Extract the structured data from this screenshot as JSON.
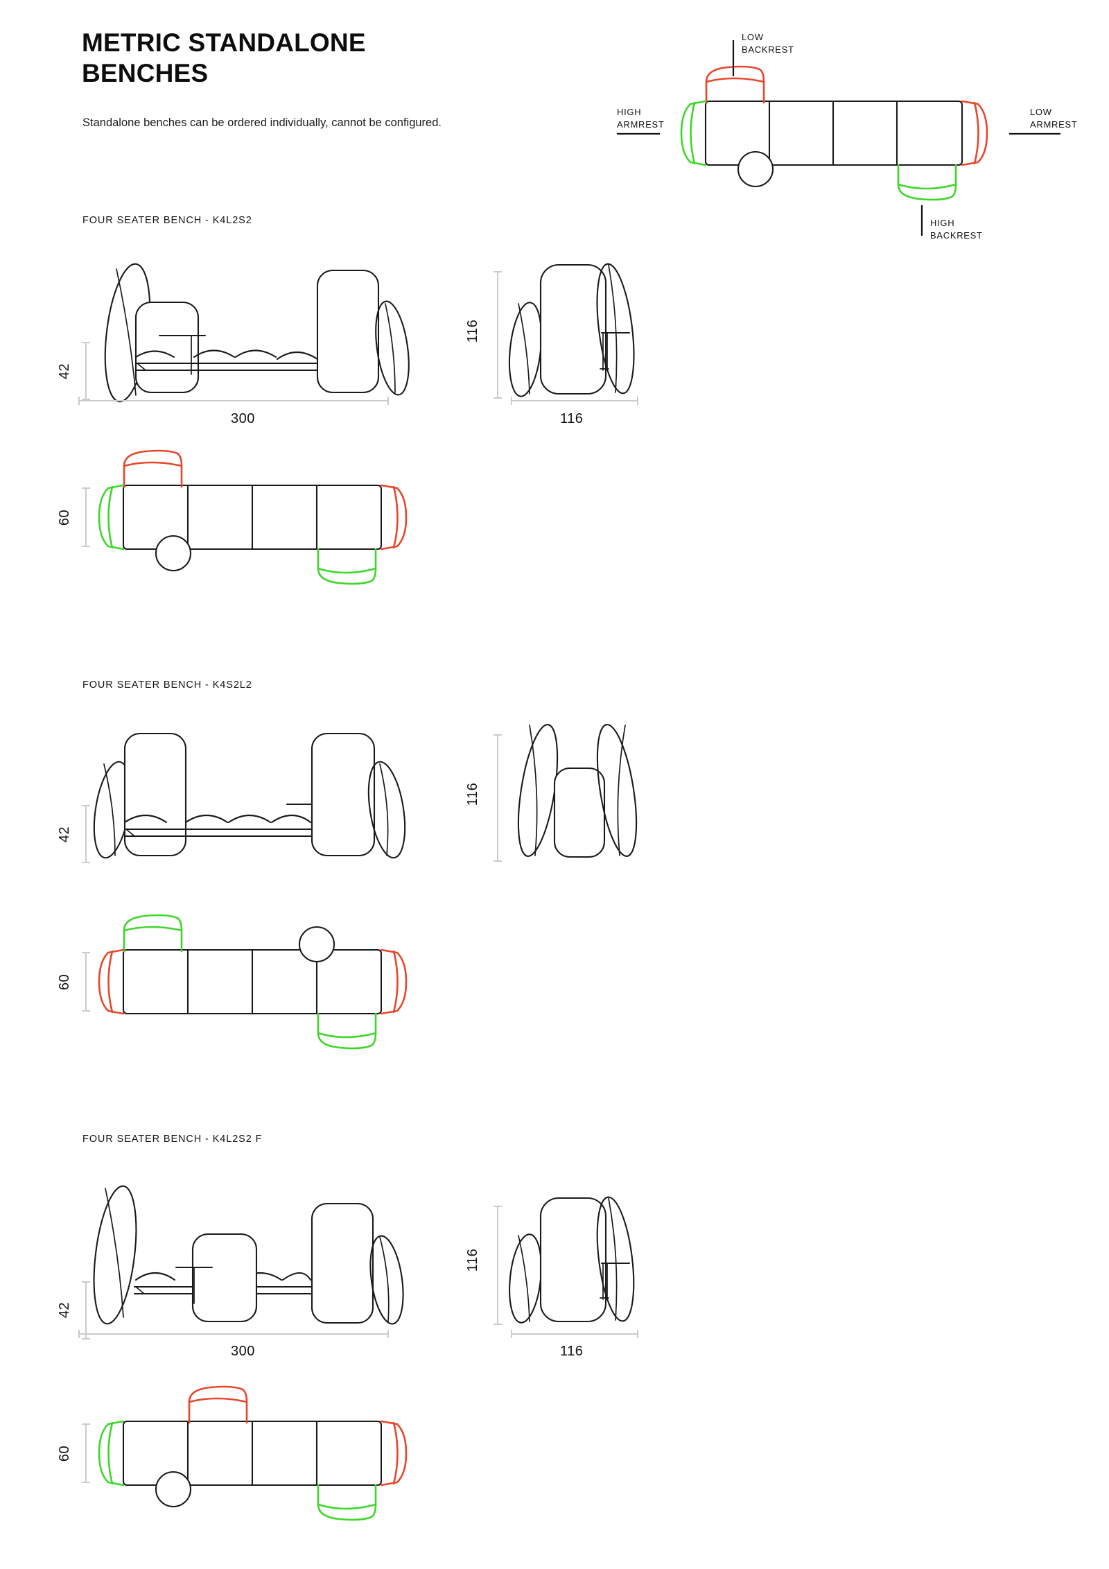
{
  "header": {
    "title": "METRIC STANDALONE BENCHES",
    "title_line1": "METRIC STANDALONE",
    "title_line2": "BENCHES",
    "subtitle": "Standalone benches can be ordered individually, cannot be configured."
  },
  "legend": {
    "name": "module-legend-diagram",
    "callouts": [
      {
        "id": "low-backrest",
        "line1": "LOW",
        "line2": "BACKREST",
        "color": "#e8462a",
        "position": "top-left-of-bench"
      },
      {
        "id": "high-armrest",
        "line1": "HIGH",
        "line2": "ARMREST",
        "color": "#3ed62a",
        "position": "left-end"
      },
      {
        "id": "low-armrest",
        "line1": "LOW",
        "line2": "ARMREST",
        "color": "#e8462a",
        "position": "right-end"
      },
      {
        "id": "high-backrest",
        "line1": "HIGH",
        "line2": "BACKREST",
        "color": "#3ed62a",
        "position": "bottom-right-of-bench"
      }
    ]
  },
  "colors": {
    "high_element": "#3ed62a",
    "low_element": "#e8462a",
    "outline": "#1a1a1a",
    "dimension_line": "#c9cccb",
    "page_background": "#ffffff"
  },
  "products": [
    {
      "label": "FOUR SEATER BENCH - K4L2S2",
      "code": "K4L2S2",
      "front_view": {
        "height_dim": "42",
        "width_dim": "300",
        "has_table": true,
        "table_side": "left",
        "low_backrest_position": "left",
        "high_backrest_position": "right"
      },
      "side_view": {
        "height_dim": "116",
        "width_dim": "116",
        "has_table": true
      },
      "plan_view": {
        "depth_dim": "60",
        "modules": 4,
        "left_armrest": "high",
        "right_armrest": "low",
        "top_backrest": {
          "type": "low",
          "module": 1
        },
        "bottom_backrest": {
          "type": "high",
          "module": 4
        },
        "table_circle_module": 1
      }
    },
    {
      "label": "FOUR SEATER BENCH - K4S2L2",
      "code": "K4S2L2",
      "front_view": {
        "height_dim": "42",
        "width_dim": "",
        "has_table": true,
        "table_side": "right",
        "low_backrest_position": "none",
        "high_backrest_position": "both"
      },
      "side_view": {
        "height_dim": "116",
        "width_dim": "",
        "has_table": false
      },
      "plan_view": {
        "depth_dim": "60",
        "modules": 4,
        "left_armrest": "low",
        "right_armrest": "low",
        "top_backrest": {
          "type": "high",
          "module": 1
        },
        "bottom_backrest": {
          "type": "high",
          "module": 4
        },
        "table_circle_module": 3
      }
    },
    {
      "label": "FOUR SEATER BENCH - K4L2S2 F",
      "code": "K4L2S2 F",
      "front_view": {
        "height_dim": "42",
        "width_dim": "300",
        "has_table": true,
        "table_side": "middle",
        "low_backrest_position": "middle",
        "high_backrest_position": "right"
      },
      "side_view": {
        "height_dim": "116",
        "width_dim": "116",
        "has_table": true
      },
      "plan_view": {
        "depth_dim": "60",
        "modules": 4,
        "left_armrest": "high",
        "right_armrest": "low",
        "top_backrest": {
          "type": "low",
          "module": 2
        },
        "bottom_backrest": {
          "type": "high",
          "module": 4
        },
        "table_circle_module": 1
      }
    }
  ]
}
